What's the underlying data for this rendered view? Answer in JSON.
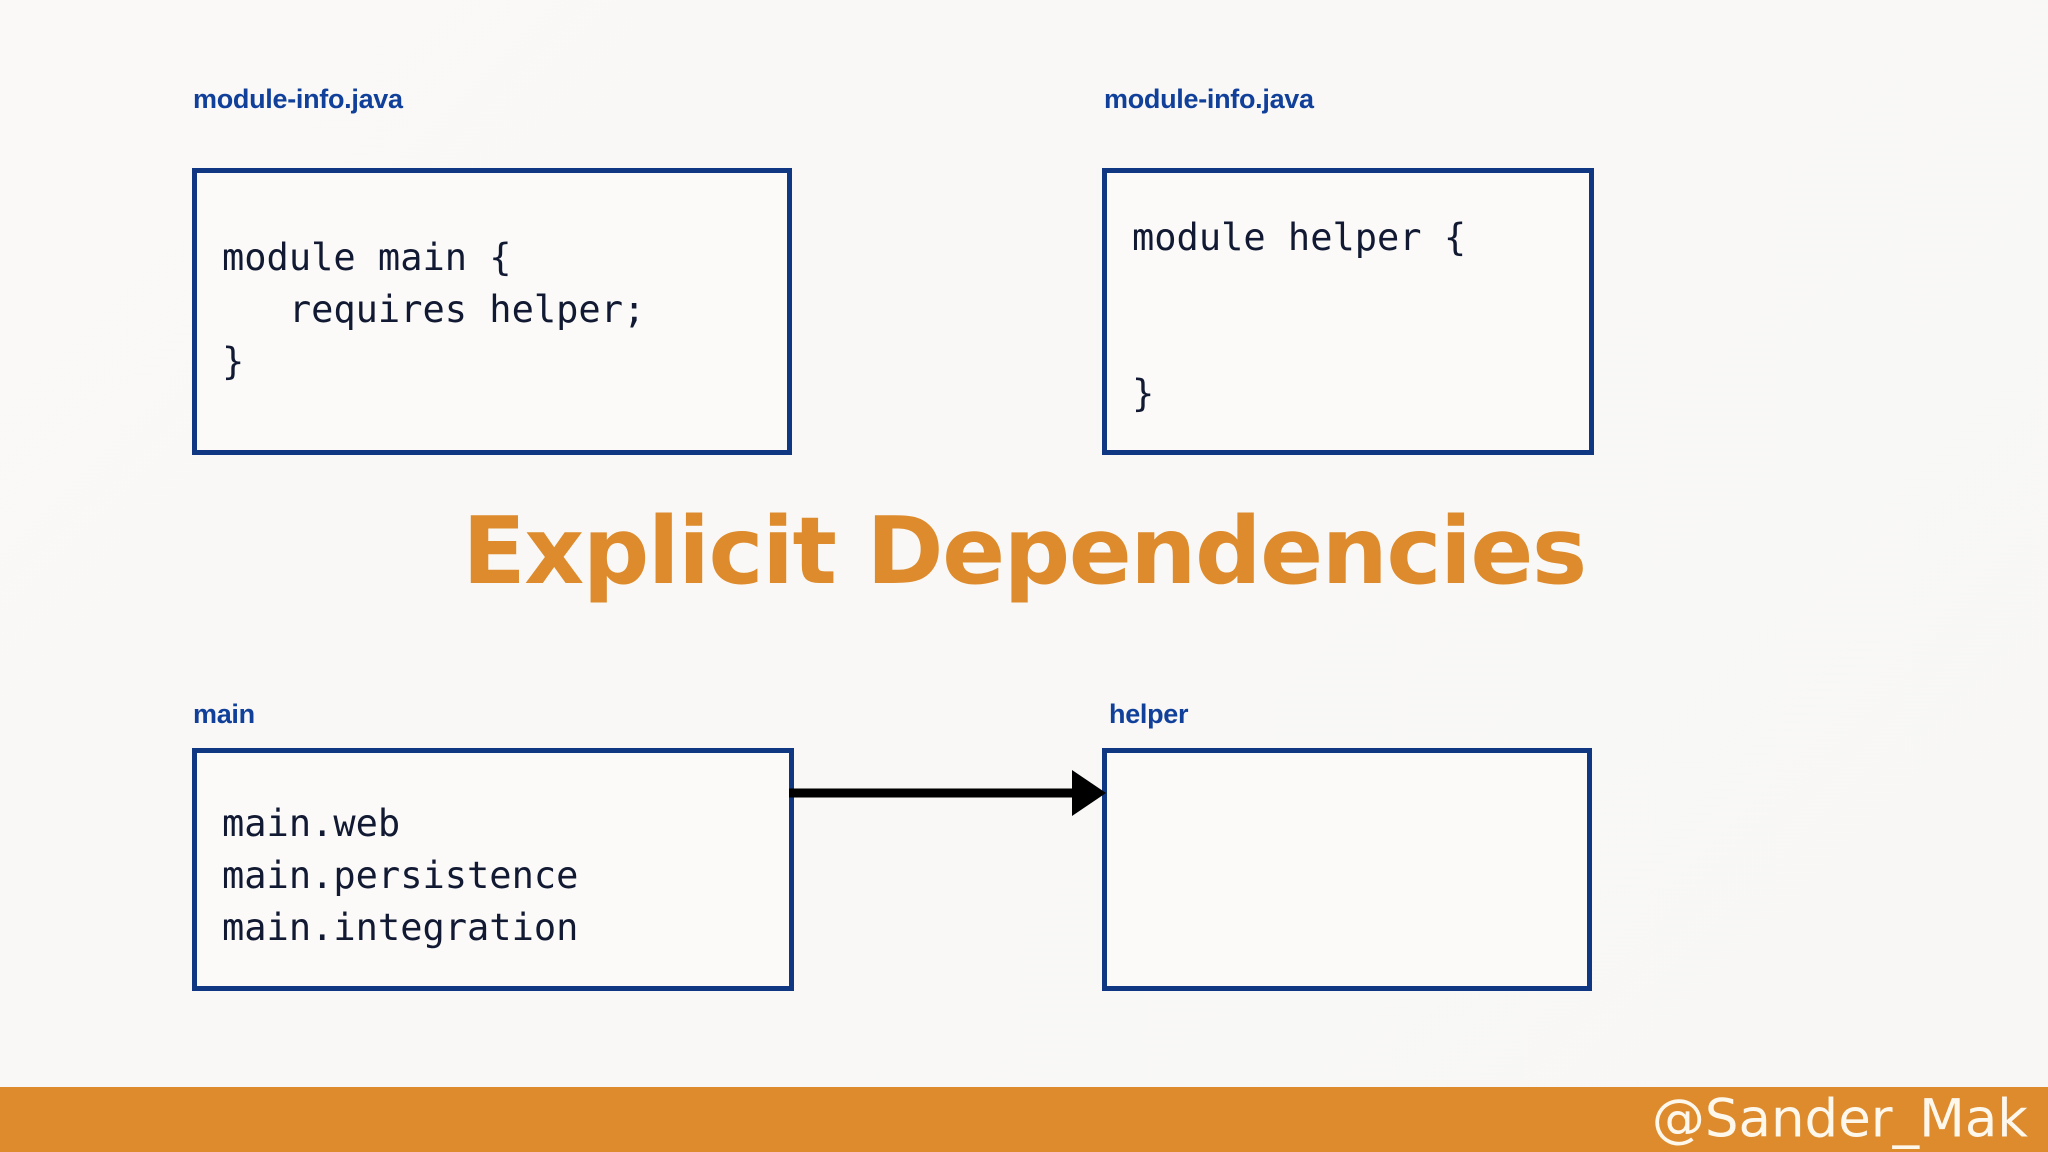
{
  "slide": {
    "title": "Explicit Dependencies",
    "background_color": "#f9f8f6",
    "accent_color": "#dd8b2c",
    "box_border_color": "#103781",
    "label_color": "#11409b",
    "code_color": "#121a33"
  },
  "top_row": {
    "left": {
      "label": "module-info.java",
      "code": "module main {\n   requires helper;\n}"
    },
    "right": {
      "label": "module-info.java",
      "code": "module helper {\n\n\n}"
    }
  },
  "bottom_row": {
    "left": {
      "label": "main",
      "code": "main.web\nmain.persistence\nmain.integration"
    },
    "right": {
      "label": "helper",
      "code": ""
    },
    "arrow": {
      "name": "dependency-arrow",
      "from": "main",
      "to": "helper",
      "color": "#000000"
    }
  },
  "footer": {
    "handle": "@Sander_Mak",
    "bar_color": "#dd8b2c",
    "text_color": "#fdf7ec"
  }
}
